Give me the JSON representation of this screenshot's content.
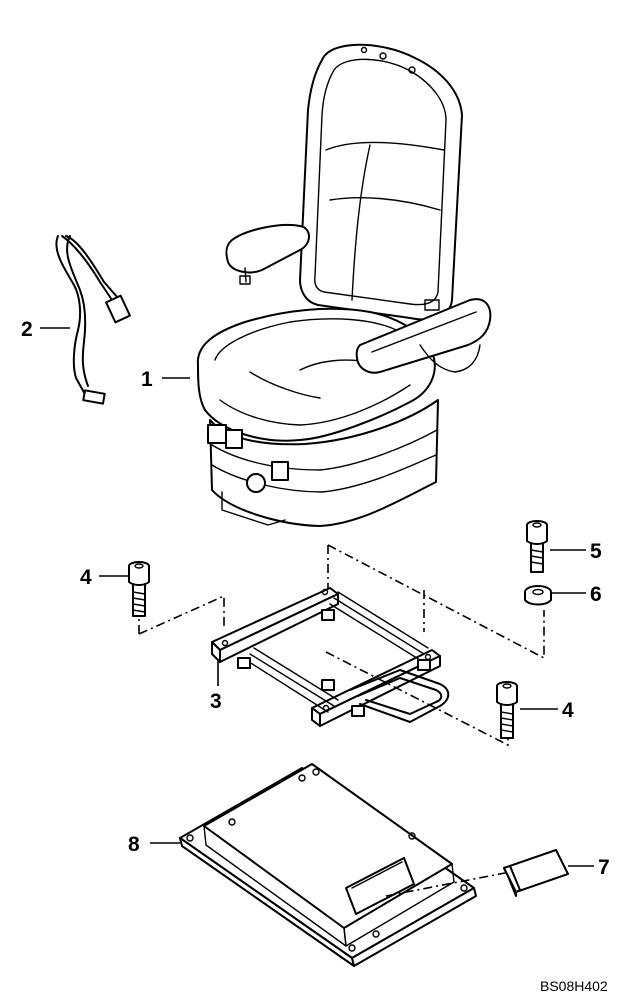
{
  "drawing": {
    "reference_code": "BS08H402",
    "callouts": {
      "seat": "1",
      "seat_belt": "2",
      "seat_slide_rail": "3",
      "bolt_left": "4",
      "bolt_right": "4",
      "bolt_upper": "5",
      "washer": "6",
      "cover_plug": "7",
      "seat_base_plate": "8"
    }
  }
}
